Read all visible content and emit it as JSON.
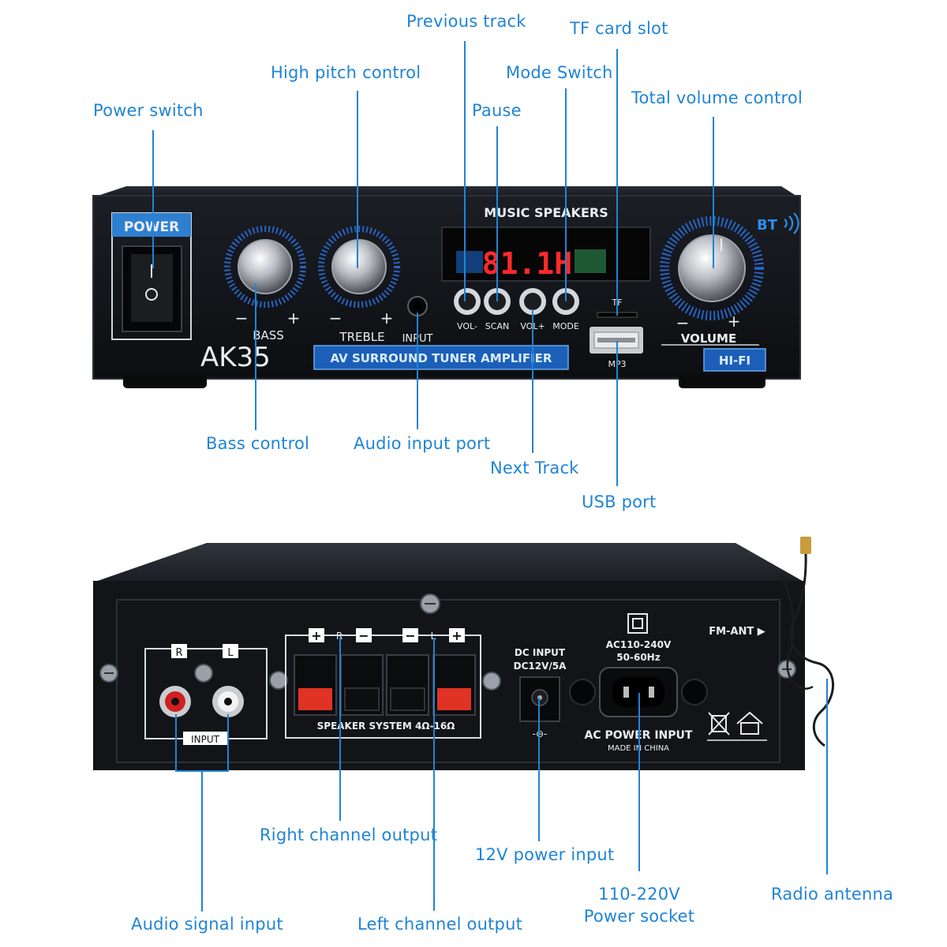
{
  "front_panel": {
    "model": "AK35",
    "power_label": "POWER",
    "header": "MUSIC SPEAKERS",
    "bt_label": "BT",
    "display_text": "81.1H",
    "bass_label": "BASS",
    "treble_label": "TREBLE",
    "input_label": "INPUT",
    "volume_label": "VOLUME",
    "minus": "−",
    "plus": "+",
    "buttons": [
      "VOL-",
      "SCAN",
      "VOL+",
      "MODE"
    ],
    "tf_label": "TF",
    "mp3_label": "MP3",
    "banner": "AV SURROUND TUNER AMPLIFIER",
    "hifi": "HI-FI"
  },
  "rear_panel": {
    "r_label": "R",
    "l_label": "L",
    "input_label": "INPUT",
    "plus": "+",
    "minus": "−",
    "speaker_label": "SPEAKER SYSTEM 4Ω-16Ω",
    "dc_line1": "DC INPUT",
    "dc_line2": "DC12V/5A",
    "dc_symbol": "-⊖-",
    "ac_line1": "AC110-240V",
    "ac_line2": "50-60Hz",
    "ac_power": "AC POWER INPUT",
    "made_in": "MADE IN CHINA",
    "fm_ant": "FM-ANT ▶"
  },
  "callouts": {
    "previous_track": "Previous track",
    "tf_card_slot": "TF card slot",
    "high_pitch_control": "High pitch control",
    "mode_switch": "Mode Switch",
    "power_switch": "Power switch",
    "pause": "Pause",
    "total_volume_control": "Total volume control",
    "bass_control": "Bass control",
    "audio_input_port": "Audio input port",
    "next_track": "Next Track",
    "usb_port": "USB port",
    "right_channel_output": "Right channel output",
    "power_input_12v": "12V power input",
    "power_socket_1": "110-220V",
    "power_socket_2": "Power socket",
    "radio_antenna": "Radio antenna",
    "audio_signal_input": "Audio signal input",
    "left_channel_output": "Left channel output"
  },
  "colors": {
    "accent": "#1f84d6",
    "body": "#15181d",
    "panel_blue": "#2f7fd0"
  }
}
